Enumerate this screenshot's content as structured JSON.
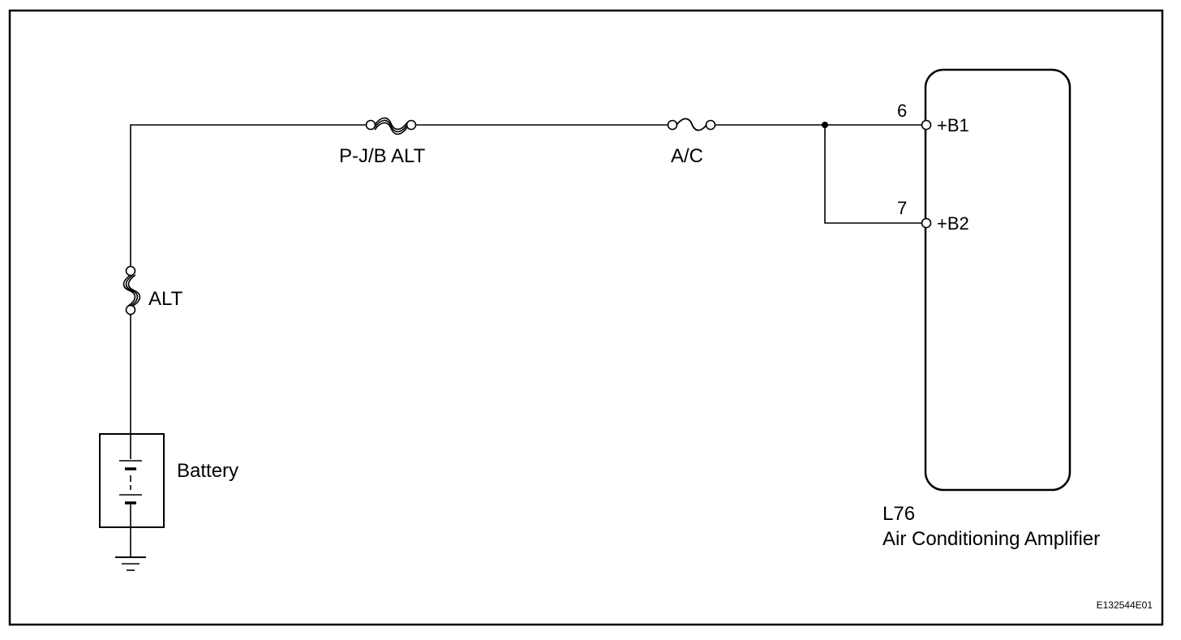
{
  "diagram": {
    "fuses": {
      "pjb_alt": "P-J/B ALT",
      "ac": "A/C",
      "alt": "ALT"
    },
    "battery": {
      "label": "Battery"
    },
    "amplifier": {
      "connector": "L76",
      "name": "Air Conditioning Amplifier",
      "pins": [
        {
          "number": "6",
          "name": "+B1"
        },
        {
          "number": "7",
          "name": "+B2"
        }
      ]
    },
    "figure_code": "E132544E01"
  }
}
